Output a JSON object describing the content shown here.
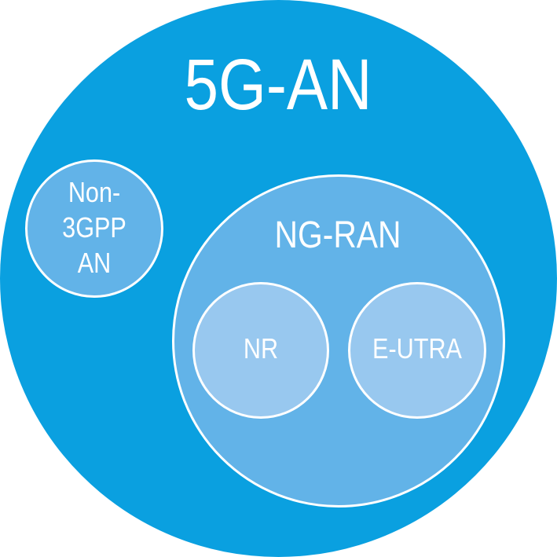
{
  "diagram": {
    "outer": {
      "label": "5G-AN"
    },
    "non_3gpp": {
      "label": "Non-\n3GPP\nAN"
    },
    "ng_ran": {
      "label": "NG-RAN",
      "children": [
        {
          "label": "NR"
        },
        {
          "label": "E-UTRA"
        }
      ]
    }
  },
  "colors": {
    "outer_fill": "#0aa0e0",
    "ng_ran_fill": "#62b3e8",
    "non_3gpp_fill": "#62b3e8",
    "inner_fill": "#98c8ef",
    "stroke": "#ffffff",
    "text": "#ffffff"
  }
}
